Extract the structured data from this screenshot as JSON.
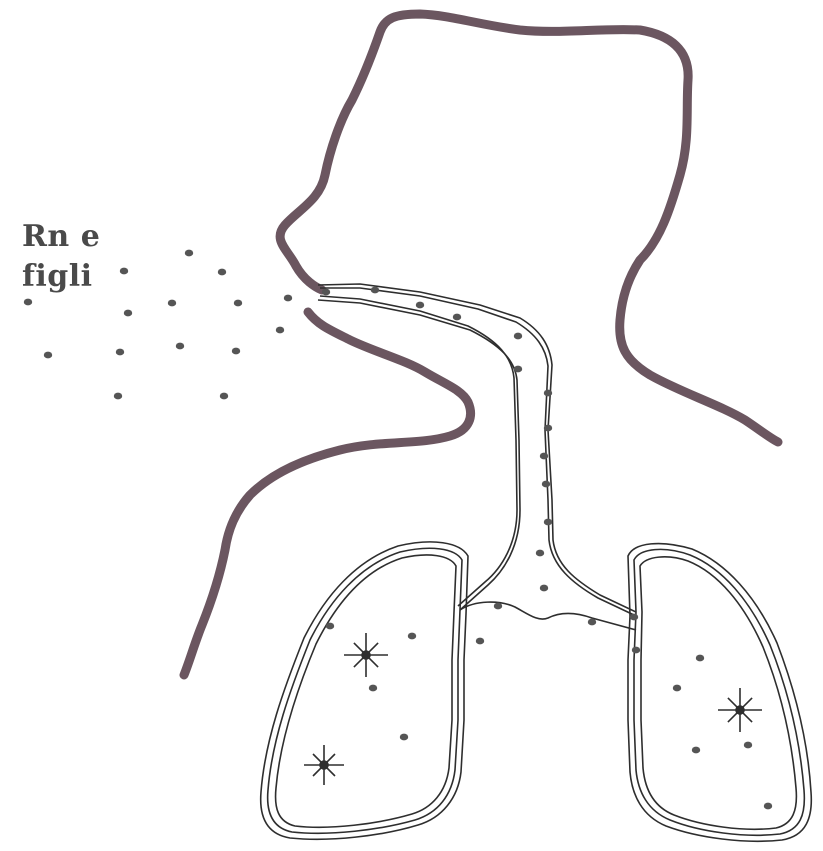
{
  "label": {
    "line1": "Rn e",
    "line2": "figli"
  },
  "colors": {
    "head_outline": "#6b5660",
    "airway_outline": "#2e2e2e",
    "particle": "#555555",
    "background": "#ffffff"
  },
  "icons": [
    "head-silhouette",
    "trachea",
    "lung-left",
    "lung-right",
    "particle-dot",
    "star-burst"
  ]
}
